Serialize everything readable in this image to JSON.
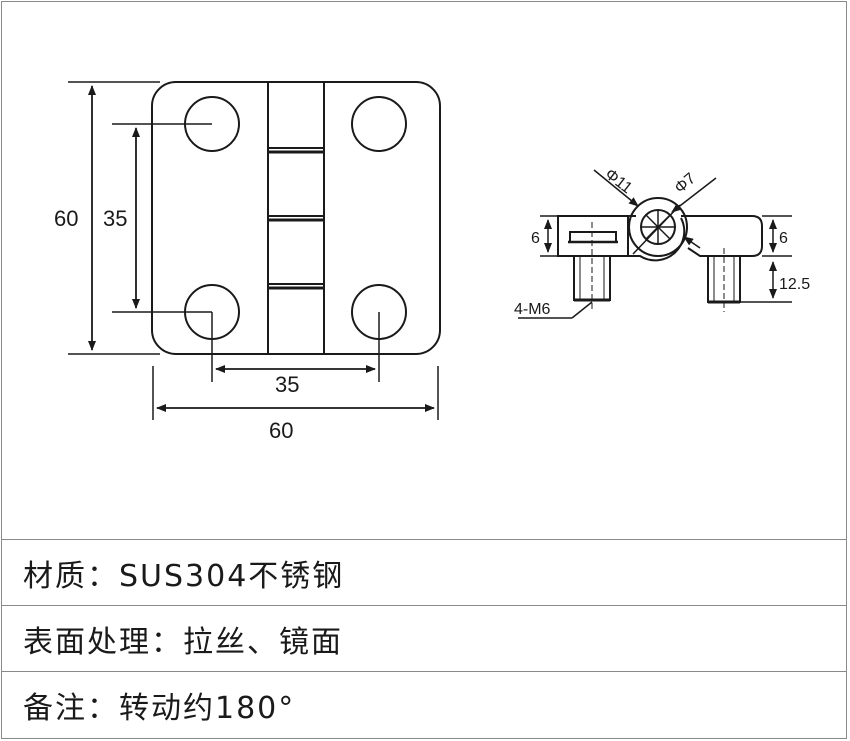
{
  "drawing": {
    "front_view": {
      "height_outer": "60",
      "height_inner": "35",
      "width_inner": "35",
      "width_outer": "60"
    },
    "side_view": {
      "dia_outer": "Φ11",
      "dia_inner": "Φ7",
      "left_thickness": "6",
      "right_thickness": "6",
      "stud_length": "12.5",
      "thread_note": "4-M6"
    }
  },
  "specs": [
    {
      "text": "材质：SUS304不锈钢"
    },
    {
      "text": "表面处理：拉丝、镜面"
    },
    {
      "text": "备注：转动约180°"
    }
  ]
}
